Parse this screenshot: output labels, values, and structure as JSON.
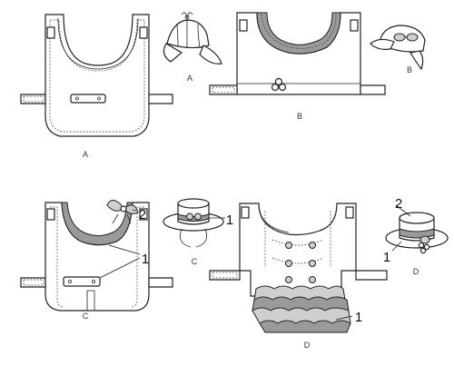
{
  "figures": {
    "a_bib": {
      "label": "A"
    },
    "a_hat": {
      "label": "A"
    },
    "b_bib": {
      "label": "B"
    },
    "b_hat": {
      "label": "B"
    },
    "c_bib": {
      "label": "C",
      "callouts": [
        "1",
        "2"
      ]
    },
    "c_hat": {
      "label": "C",
      "callouts": [
        "1"
      ]
    },
    "d_bib": {
      "label": "D",
      "callouts": [
        "1"
      ]
    },
    "d_hat": {
      "label": "D",
      "callouts": [
        "2",
        "1"
      ]
    }
  }
}
